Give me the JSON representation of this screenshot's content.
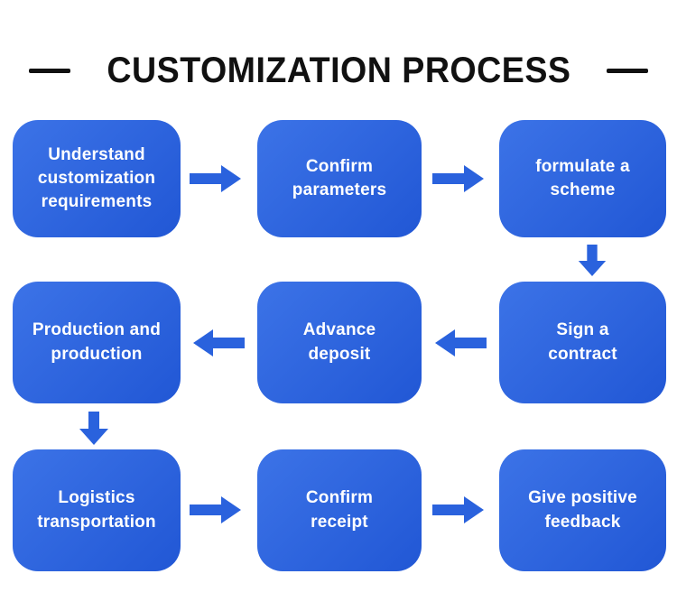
{
  "title": {
    "text": "CUSTOMIZATION PROCESS"
  },
  "colors": {
    "background": "#ffffff",
    "title_text": "#111111",
    "box_gradient_start": "#3c73e7",
    "box_gradient_end": "#2157d5",
    "box_text": "#ffffff",
    "arrow": "#2a62dd"
  },
  "flow": {
    "steps": [
      {
        "label": "Understand\ncustomization\nrequirements"
      },
      {
        "label": "Confirm\nparameters"
      },
      {
        "label": "formulate a\nscheme"
      },
      {
        "label": "Sign a\ncontract"
      },
      {
        "label": "Advance\ndeposit"
      },
      {
        "label": "Production and\nproduction"
      },
      {
        "label": "Logistics\ntransportation"
      },
      {
        "label": "Confirm\nreceipt"
      },
      {
        "label": "Give positive\nfeedback"
      }
    ]
  }
}
